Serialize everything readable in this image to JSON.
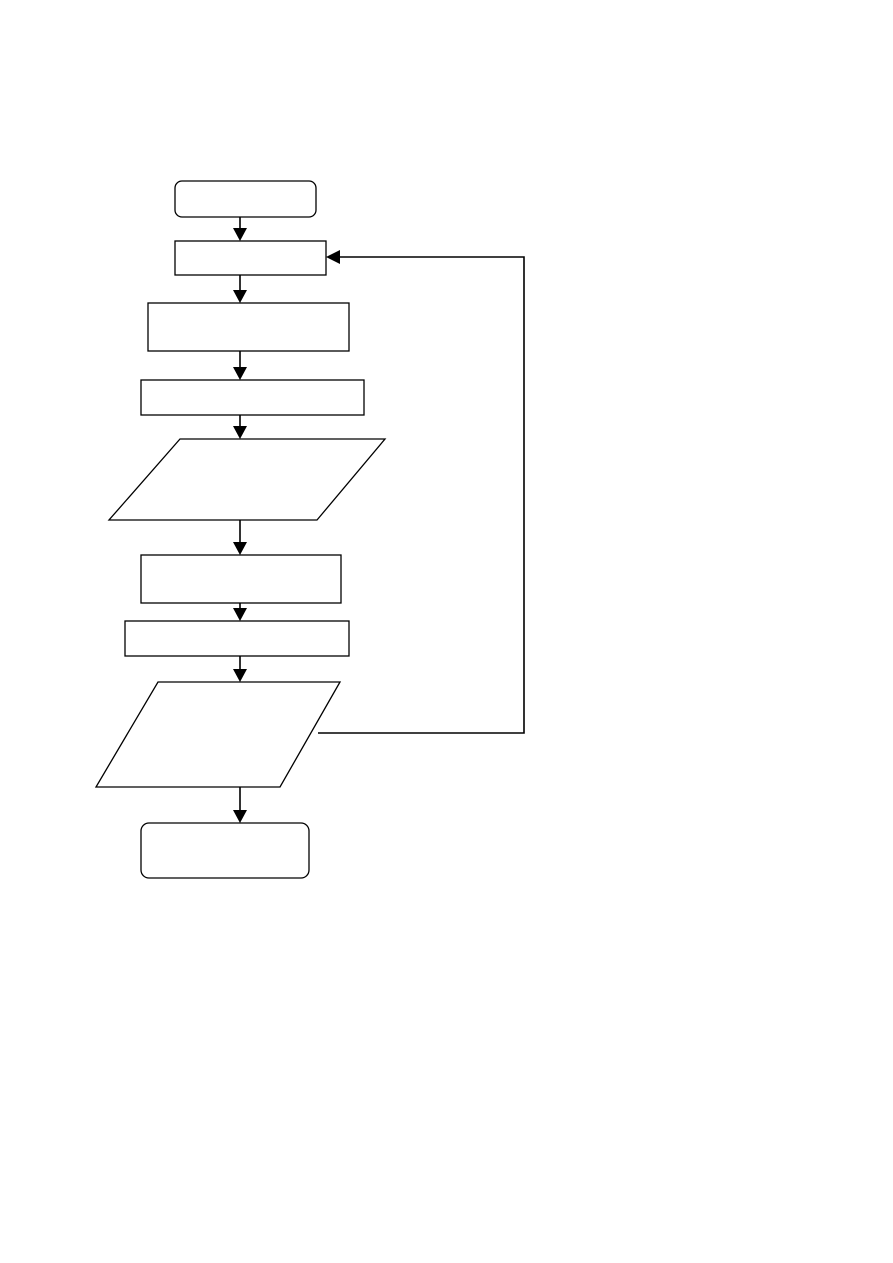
{
  "diagram": {
    "type": "flowchart",
    "nodes": [
      {
        "id": "start",
        "shape": "terminator",
        "label": ""
      },
      {
        "id": "step-1",
        "shape": "process",
        "label": ""
      },
      {
        "id": "step-2",
        "shape": "process",
        "label": ""
      },
      {
        "id": "step-3",
        "shape": "process",
        "label": ""
      },
      {
        "id": "io-1",
        "shape": "data",
        "label": ""
      },
      {
        "id": "step-4",
        "shape": "process",
        "label": ""
      },
      {
        "id": "step-5",
        "shape": "process",
        "label": ""
      },
      {
        "id": "io-2",
        "shape": "data",
        "label": ""
      },
      {
        "id": "end",
        "shape": "terminator",
        "label": ""
      }
    ],
    "edges": [
      {
        "from": "start",
        "to": "step-1"
      },
      {
        "from": "step-1",
        "to": "step-2"
      },
      {
        "from": "step-2",
        "to": "step-3"
      },
      {
        "from": "step-3",
        "to": "io-1"
      },
      {
        "from": "io-1",
        "to": "step-4"
      },
      {
        "from": "step-4",
        "to": "step-5"
      },
      {
        "from": "step-5",
        "to": "io-2"
      },
      {
        "from": "io-2",
        "to": "end"
      },
      {
        "from": "io-2",
        "to": "step-1",
        "route": "loop-back"
      }
    ],
    "colors": {
      "background": "#ffffff",
      "stroke": "#000000"
    }
  }
}
